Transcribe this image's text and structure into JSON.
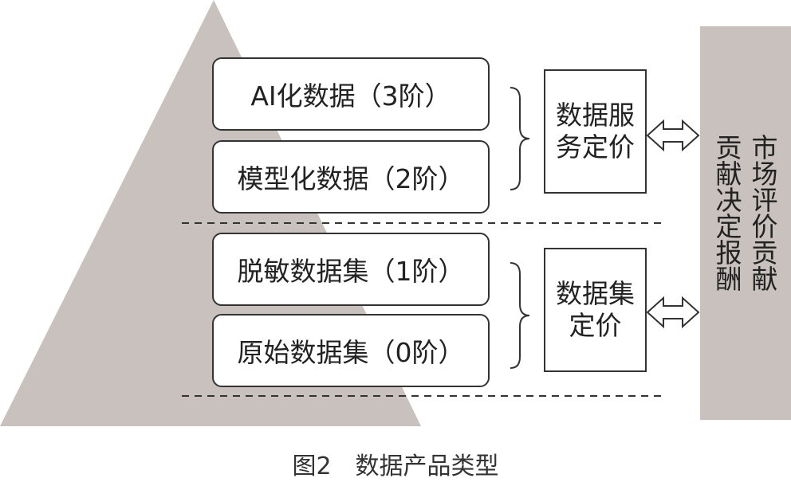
{
  "tiers": [
    {
      "label": "AI化数据（3阶）"
    },
    {
      "label": "模型化数据（2阶）"
    },
    {
      "label": "脱敏数据集（1阶）"
    },
    {
      "label": "原始数据集（0阶）"
    }
  ],
  "pricing": {
    "service": "数据服务定价",
    "dataset": "数据集定价"
  },
  "market": {
    "column_right": "市场评价贡献",
    "column_left": "贡献决定报酬"
  },
  "caption": "图2　数据产品类型",
  "colors": {
    "pyramid": "#c8c1bd",
    "market_bar": "#c8c1bd",
    "border": "#333333",
    "text": "#222222"
  }
}
